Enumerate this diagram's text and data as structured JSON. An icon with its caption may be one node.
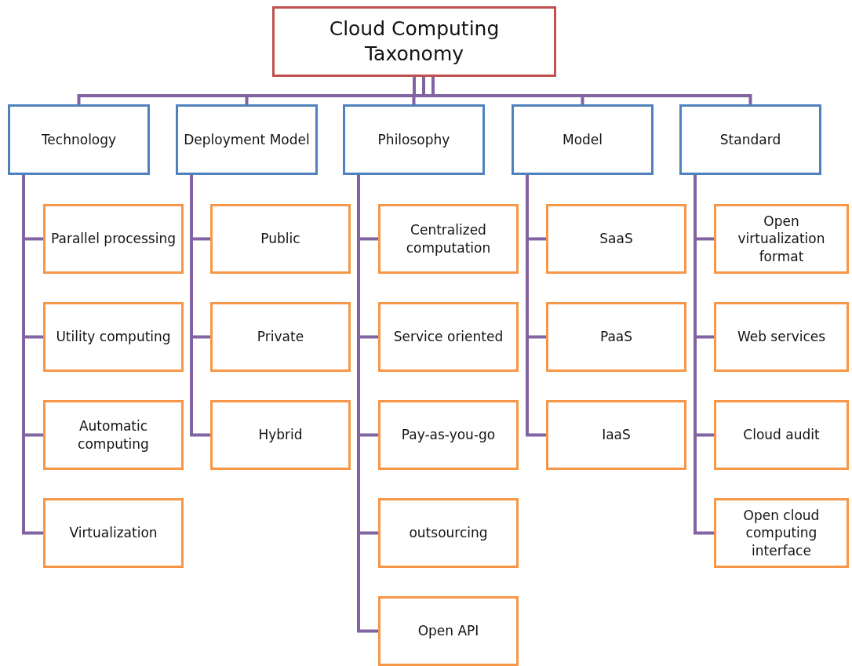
{
  "diagram": {
    "nodes": [
      {
        "text": [
          "Cloud Computing Taxonomy"
        ]
      },
      {
        "text": [
          "Technology"
        ]
      },
      {
        "text": [
          "Deployment Model"
        ]
      },
      {
        "text": [
          "Philosophy"
        ]
      },
      {
        "text": [
          "Model"
        ]
      },
      {
        "text": [
          "Standard"
        ]
      },
      {
        "text": [
          "Parallel processing"
        ]
      },
      {
        "text": [
          "Utility computing"
        ]
      },
      {
        "text": [
          "Automatic computing"
        ]
      },
      {
        "text": [
          "Virtualization"
        ]
      },
      {
        "text": [
          "Public"
        ]
      },
      {
        "text": [
          "Private"
        ]
      },
      {
        "text": [
          "Hybrid"
        ]
      },
      {
        "text": [
          "Centralized computation"
        ]
      },
      {
        "text": [
          "Service oriented"
        ]
      },
      {
        "text": [
          "Pay-as-you-go"
        ]
      },
      {
        "text": [
          "outsourcing"
        ]
      },
      {
        "text": [
          "Open API"
        ]
      },
      {
        "text": [
          "SaaS"
        ]
      },
      {
        "text": [
          "PaaS"
        ]
      },
      {
        "text": [
          "IaaS"
        ]
      },
      {
        "text": [
          "Open virtualization format"
        ]
      },
      {
        "text": [
          "Web services"
        ]
      },
      {
        "text": [
          "Cloud audit"
        ]
      },
      {
        "text": [
          "Open cloud computing interface"
        ]
      }
    ],
    "edges": [
      {
        "from": 0,
        "to": 1,
        "arrow": "none"
      },
      {
        "from": 0,
        "to": 2,
        "arrow": "none"
      },
      {
        "from": 0,
        "to": 3,
        "arrow": "none"
      },
      {
        "from": 0,
        "to": 4,
        "arrow": "none"
      },
      {
        "from": 0,
        "to": 5,
        "arrow": "none"
      },
      {
        "from": 1,
        "to": 6,
        "arrow": "none"
      },
      {
        "from": 1,
        "to": 7,
        "arrow": "none"
      },
      {
        "from": 1,
        "to": 8,
        "arrow": "none"
      },
      {
        "from": 1,
        "to": 9,
        "arrow": "none"
      },
      {
        "from": 2,
        "to": 10,
        "arrow": "none"
      },
      {
        "from": 2,
        "to": 11,
        "arrow": "none"
      },
      {
        "from": 2,
        "to": 12,
        "arrow": "none"
      },
      {
        "from": 3,
        "to": 13,
        "arrow": "none"
      },
      {
        "from": 3,
        "to": 14,
        "arrow": "none"
      },
      {
        "from": 3,
        "to": 15,
        "arrow": "none"
      },
      {
        "from": 3,
        "to": 16,
        "arrow": "none"
      },
      {
        "from": 3,
        "to": 17,
        "arrow": "none"
      },
      {
        "from": 4,
        "to": 18,
        "arrow": "none"
      },
      {
        "from": 4,
        "to": 19,
        "arrow": "none"
      },
      {
        "from": 4,
        "to": 20,
        "arrow": "none"
      },
      {
        "from": 5,
        "to": 21,
        "arrow": "none"
      },
      {
        "from": 5,
        "to": 22,
        "arrow": "none"
      },
      {
        "from": 5,
        "to": 23,
        "arrow": "none"
      },
      {
        "from": 5,
        "to": 24,
        "arrow": "none"
      }
    ]
  }
}
